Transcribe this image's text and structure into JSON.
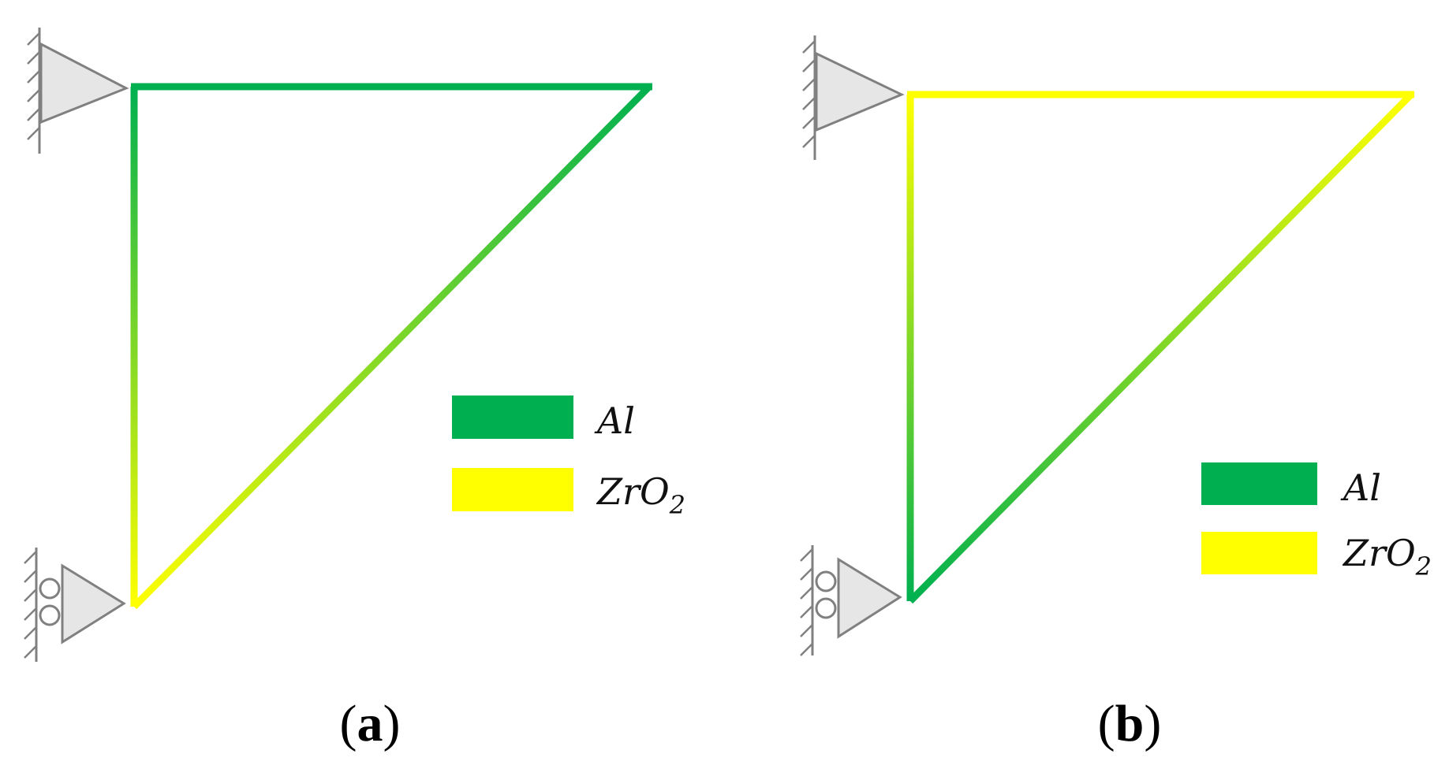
{
  "colors": {
    "al": "#00b050",
    "zro2": "#ffff00",
    "support_fill": "#e6e6e6",
    "support_stroke": "#808080"
  },
  "panels": [
    {
      "id": "a",
      "caption_letter": "a",
      "member_gradients": {
        "top_member": [
          "al",
          "al"
        ],
        "vertical_member": [
          "al",
          "zro2"
        ],
        "diagonal_member": [
          "al",
          "zro2"
        ]
      },
      "legend": [
        {
          "label": "Al",
          "subscript": "",
          "color_key": "al"
        },
        {
          "label": "ZrO",
          "subscript": "2",
          "color_key": "zro2"
        }
      ]
    },
    {
      "id": "b",
      "caption_letter": "b",
      "member_gradients": {
        "top_member": [
          "zro2",
          "zro2"
        ],
        "vertical_member": [
          "zro2",
          "al"
        ],
        "diagonal_member": [
          "zro2",
          "al"
        ]
      },
      "legend": [
        {
          "label": "Al",
          "subscript": "",
          "color_key": "al"
        },
        {
          "label": "ZrO",
          "subscript": "2",
          "color_key": "zro2"
        }
      ]
    }
  ]
}
